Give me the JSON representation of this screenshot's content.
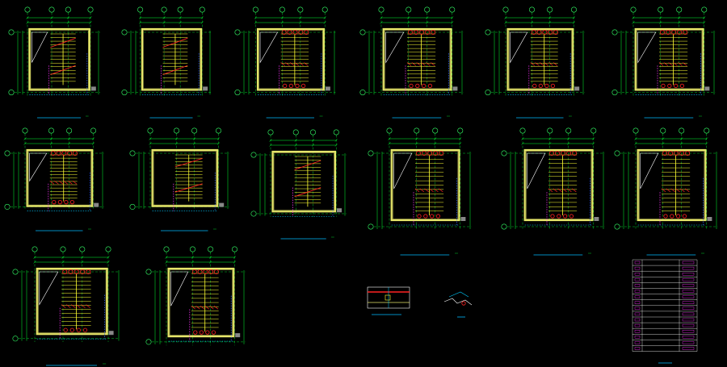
{
  "drawing": {
    "background": "#000000",
    "colors": {
      "wall": "#e6e66a",
      "dim": "#00ff33",
      "axis": "#33ff66",
      "rebar": "#ff2222",
      "stair": "#ffff33",
      "cyan": "#00ccff",
      "blue": "#3366ff",
      "magenta": "#ff33ff",
      "white": "#ffffff",
      "title_line": "#00bbff"
    },
    "sheet_count": 14,
    "detail_count": 2,
    "table_rows": 16
  }
}
